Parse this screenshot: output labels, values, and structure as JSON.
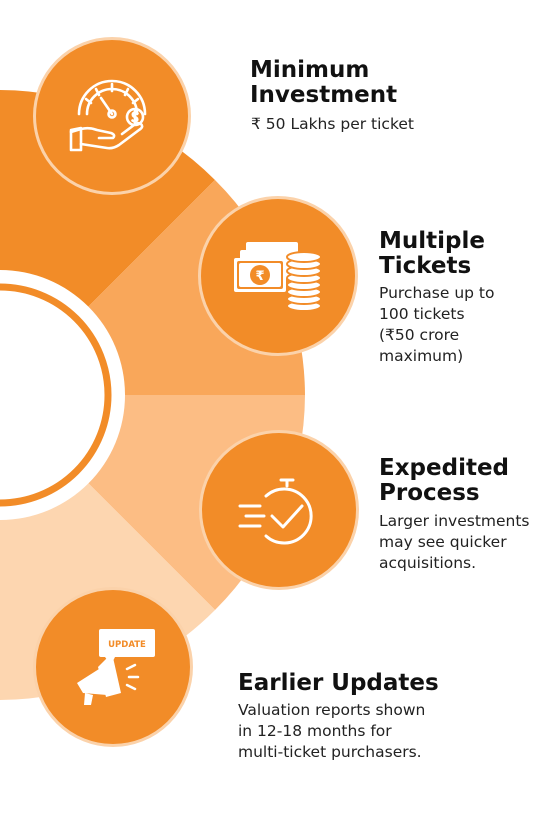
{
  "items": [
    {
      "title_line1": "Minimum",
      "title_line2": "Investment",
      "desc_lines": [
        "₹ 50 Lakhs per ticket"
      ],
      "icon": "gauge-hand-dollar-icon"
    },
    {
      "title_line1": "Multiple",
      "title_line2": "Tickets",
      "desc_lines": [
        "Purchase up to",
        "100 tickets",
        "(₹50 crore",
        "maximum)"
      ],
      "icon": "rupee-notes-coins-icon"
    },
    {
      "title_line1": "Expedited",
      "title_line2": "Process",
      "desc_lines": [
        "Larger investments",
        "may see quicker",
        "acquisitions."
      ],
      "icon": "stopwatch-check-icon"
    },
    {
      "title_line1": "Earlier Updates",
      "desc_lines": [
        "Valuation reports shown",
        "in 12-18 months for",
        "multi-ticket purchasers."
      ],
      "icon": "megaphone-update-icon",
      "icon_text": "UPDATE"
    }
  ],
  "colors": {
    "segment_1": "#f28c28",
    "segment_2": "#f9a75a",
    "segment_3": "#fcbd84",
    "segment_4": "#fdd6b0",
    "circle": "#f28c28",
    "circle_border": "#fbd2aa",
    "inner_ring": "#f28c28",
    "icon": "#ffffff"
  }
}
